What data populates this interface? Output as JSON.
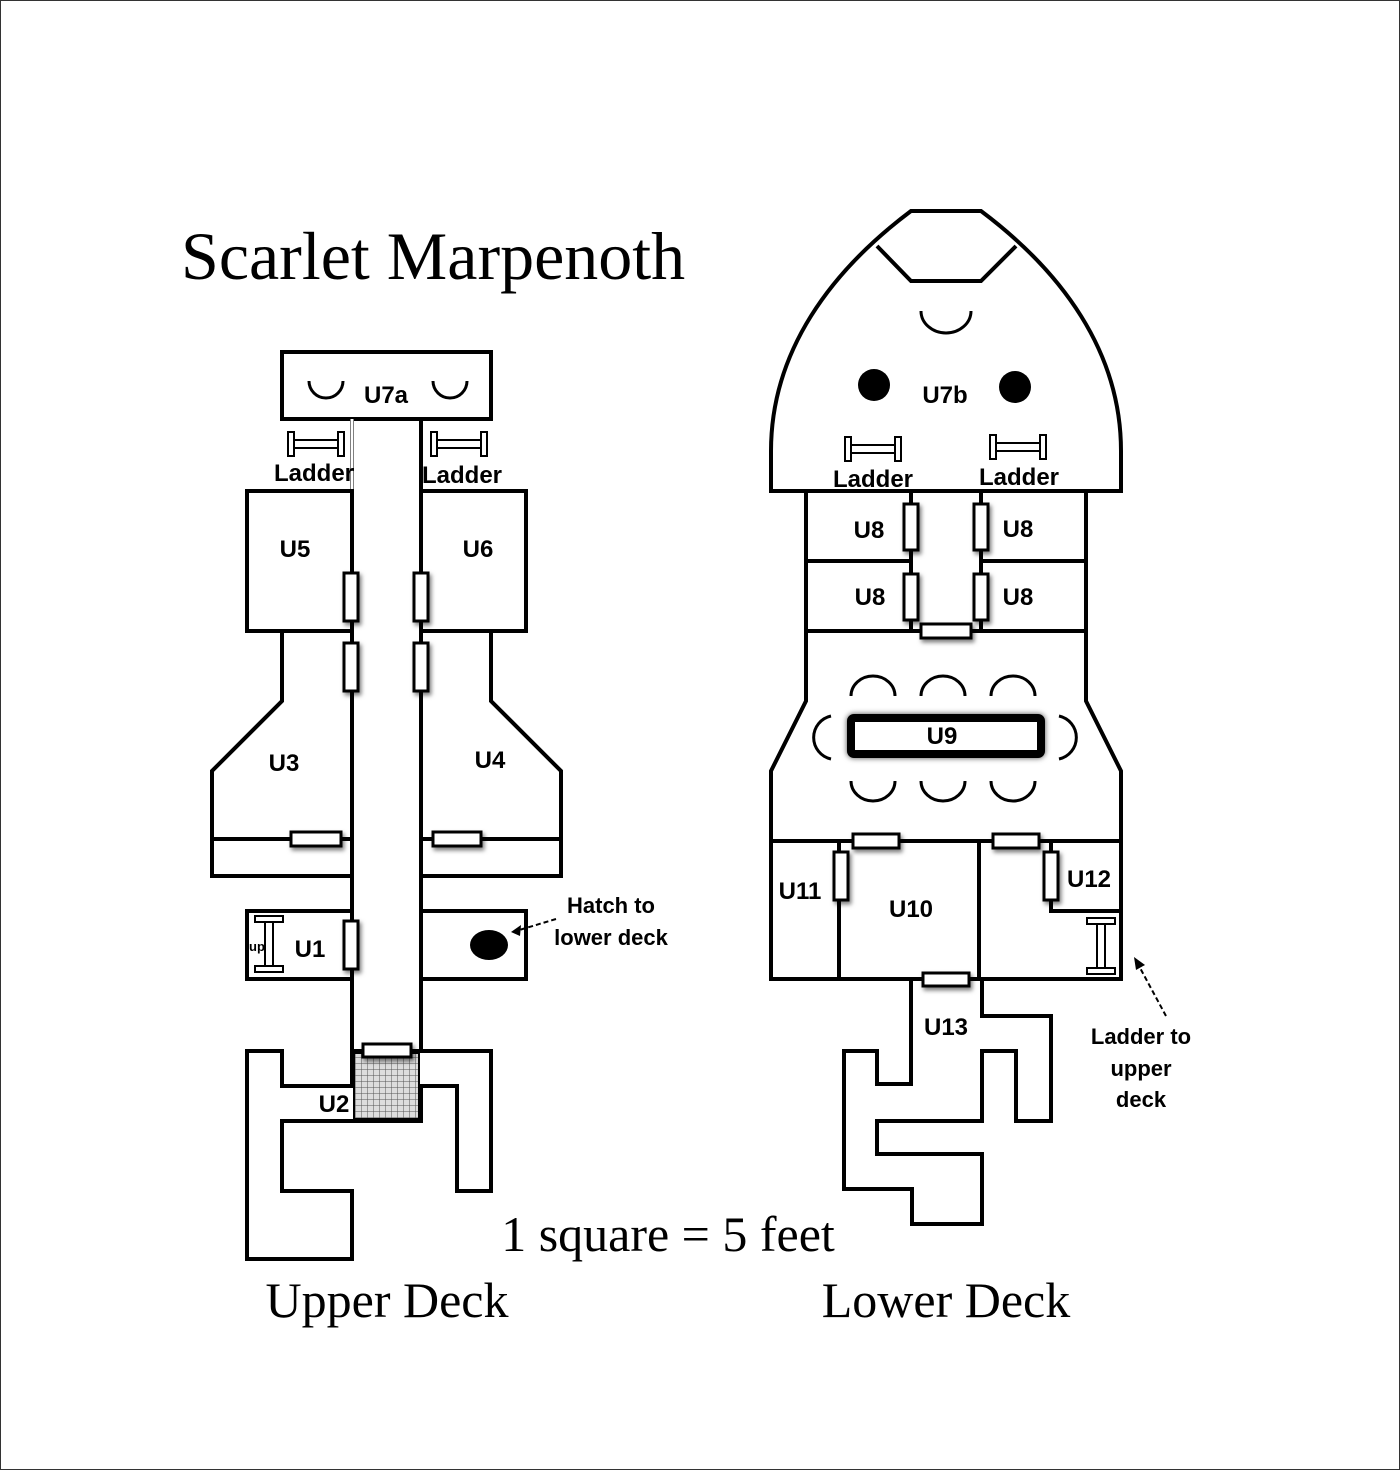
{
  "title": "Scarlet Marpenoth",
  "scale_label": "1 square = 5 feet",
  "upper_deck": {
    "label": "Upper Deck",
    "rooms": {
      "u7a": "U7a",
      "u5": "U5",
      "u6": "U6",
      "u3": "U3",
      "u4": "U4",
      "u1": "U1",
      "u2": "U2"
    },
    "ladder_label": "Ladder",
    "up_label": "up",
    "hatch_note": [
      "Hatch to",
      "lower deck"
    ]
  },
  "lower_deck": {
    "label": "Lower Deck",
    "rooms": {
      "u7b": "U7b",
      "u8": "U8",
      "u9": "U9",
      "u10": "U10",
      "u11": "U11",
      "u12": "U12",
      "u13": "U13"
    },
    "ladder_label": "Ladder",
    "ladder_note": [
      "Ladder to",
      "upper",
      "deck"
    ]
  }
}
